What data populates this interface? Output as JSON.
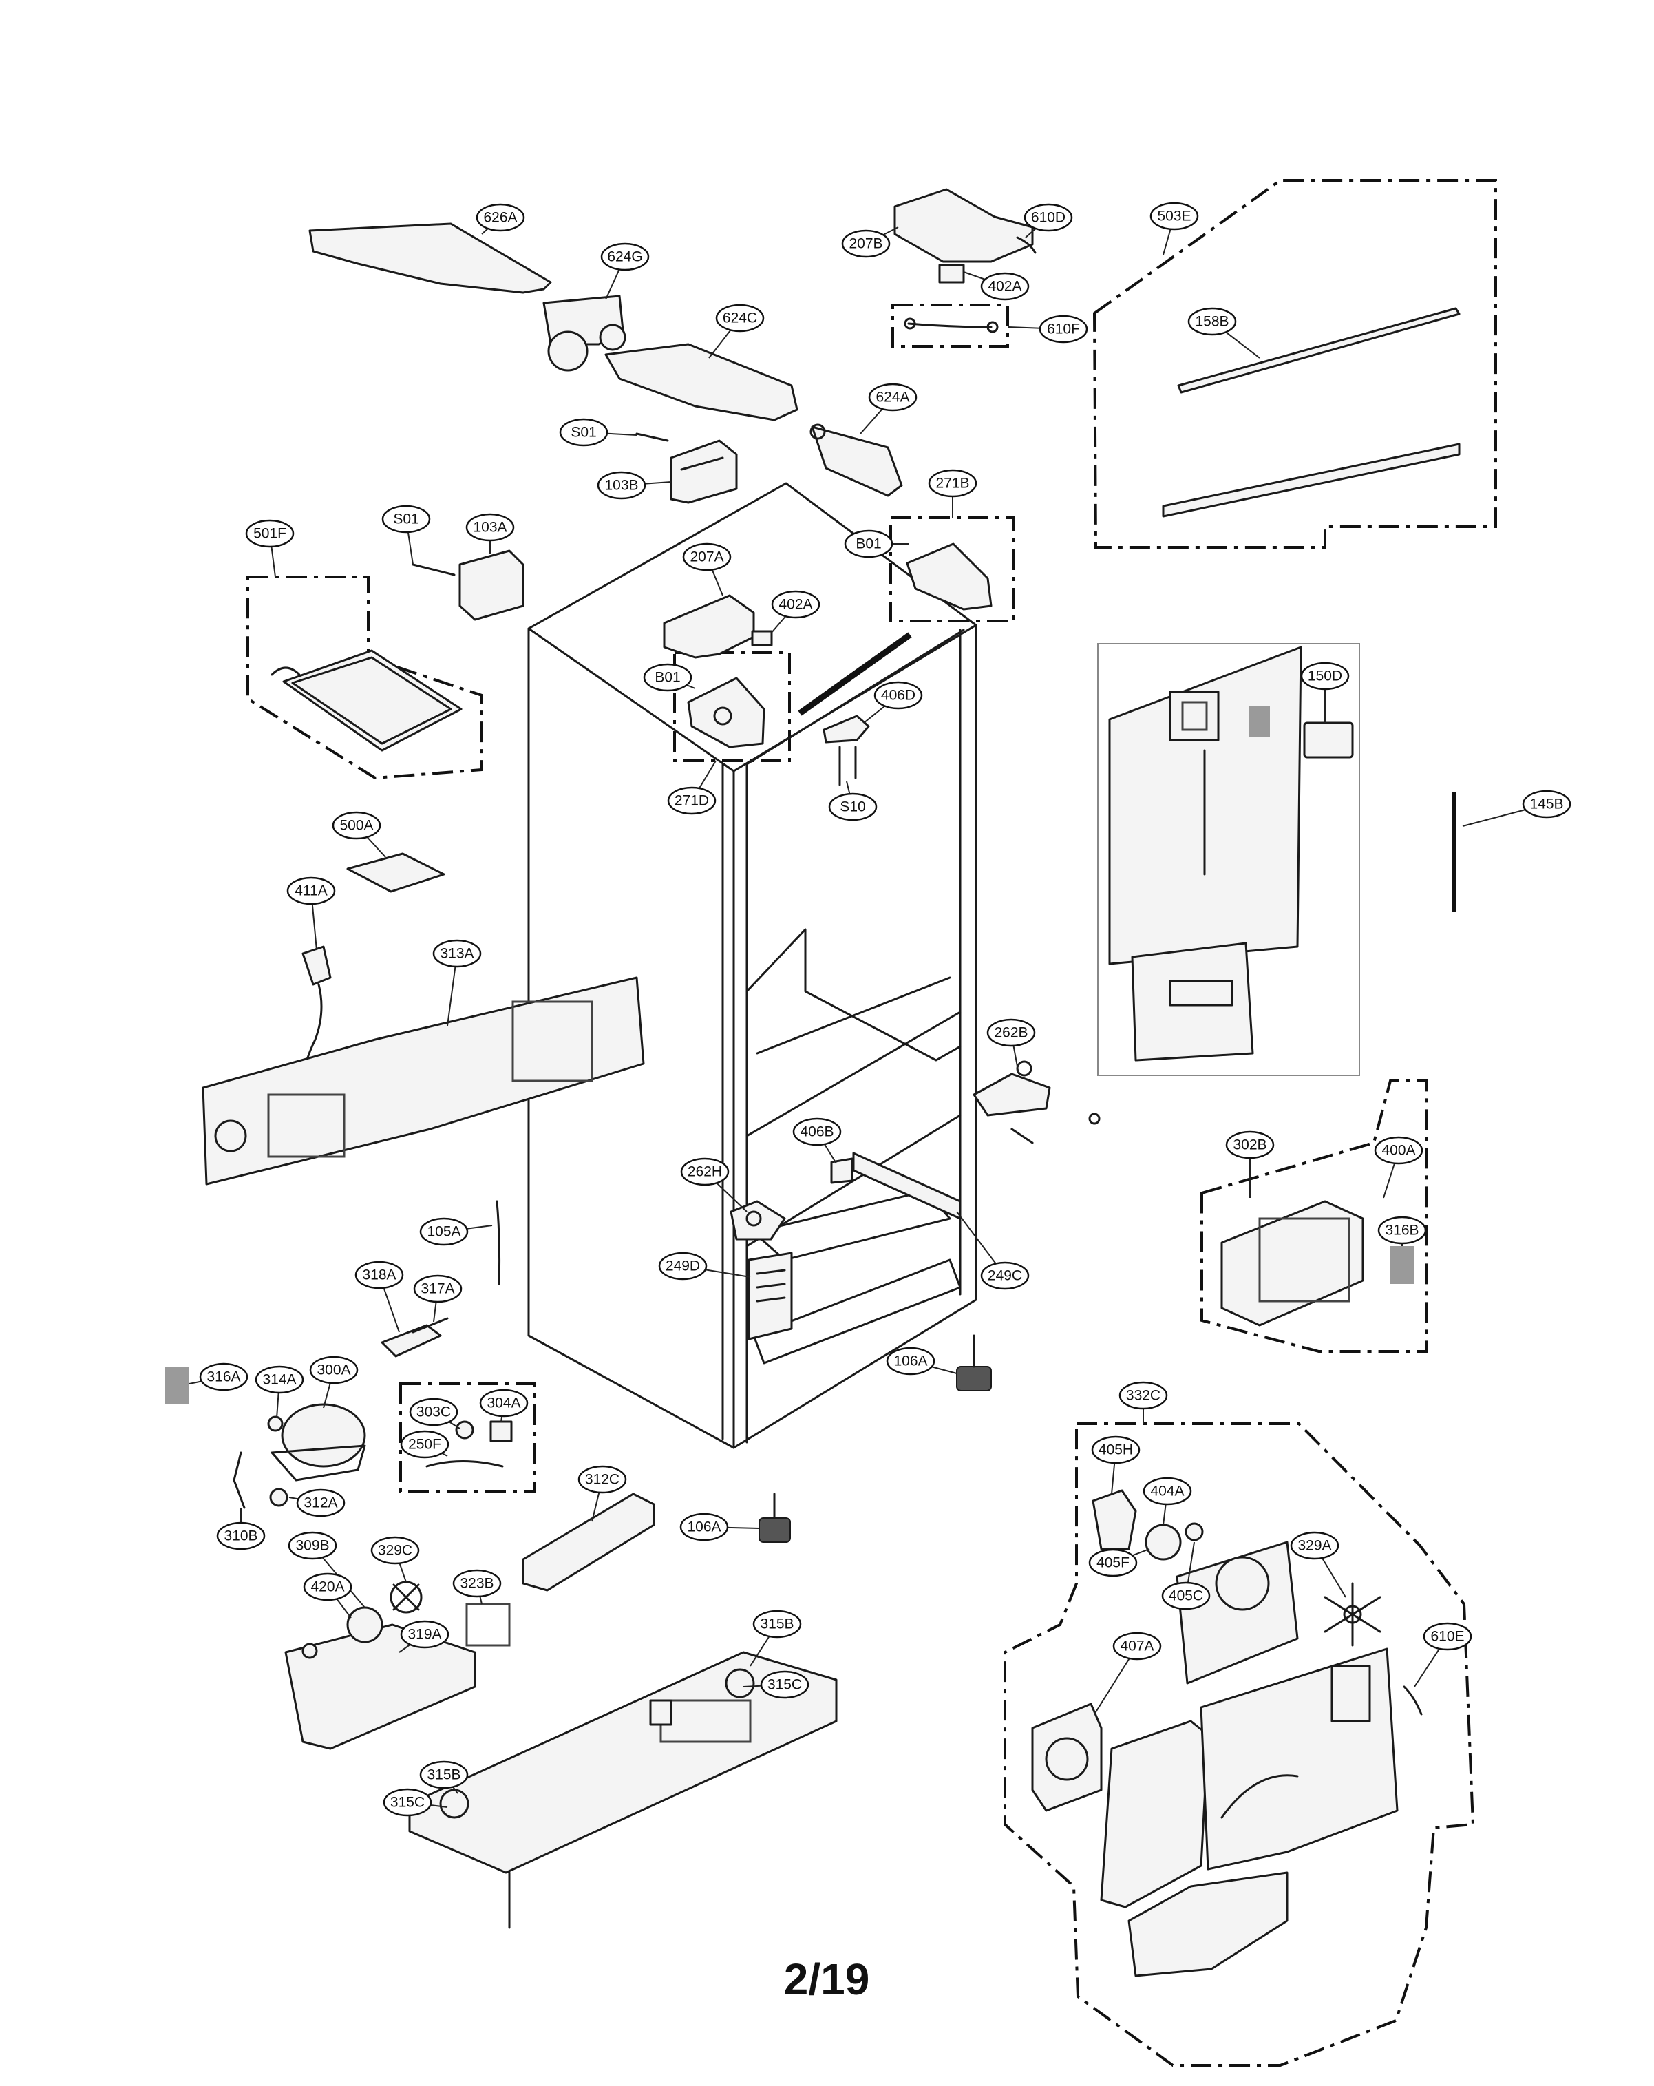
{
  "page_number": "2/19",
  "callouts": [
    {
      "id": "626A",
      "label": "626A"
    },
    {
      "id": "624G",
      "label": "624G"
    },
    {
      "id": "624C",
      "label": "624C"
    },
    {
      "id": "624A",
      "label": "624A"
    },
    {
      "id": "207B",
      "label": "207B"
    },
    {
      "id": "610D",
      "label": "610D"
    },
    {
      "id": "402A-top",
      "label": "402A"
    },
    {
      "id": "610F",
      "label": "610F"
    },
    {
      "id": "503E",
      "label": "503E"
    },
    {
      "id": "158B",
      "label": "158B"
    },
    {
      "id": "S01-top",
      "label": "S01"
    },
    {
      "id": "103B",
      "label": "103B"
    },
    {
      "id": "271B",
      "label": "271B"
    },
    {
      "id": "B01-right",
      "label": "B01"
    },
    {
      "id": "501F",
      "label": "501F"
    },
    {
      "id": "S01-left",
      "label": "S01"
    },
    {
      "id": "103A",
      "label": "103A"
    },
    {
      "id": "207A",
      "label": "207A"
    },
    {
      "id": "402A-mid",
      "label": "402A"
    },
    {
      "id": "B01-left",
      "label": "B01"
    },
    {
      "id": "406D",
      "label": "406D"
    },
    {
      "id": "S10",
      "label": "S10"
    },
    {
      "id": "271D",
      "label": "271D"
    },
    {
      "id": "150D",
      "label": "150D"
    },
    {
      "id": "145B",
      "label": "145B"
    },
    {
      "id": "500A",
      "label": "500A"
    },
    {
      "id": "411A",
      "label": "411A"
    },
    {
      "id": "313A",
      "label": "313A"
    },
    {
      "id": "262B",
      "label": "262B"
    },
    {
      "id": "406B",
      "label": "406B"
    },
    {
      "id": "262H",
      "label": "262H"
    },
    {
      "id": "302B",
      "label": "302B"
    },
    {
      "id": "400A",
      "label": "400A"
    },
    {
      "id": "316B",
      "label": "316B"
    },
    {
      "id": "105A",
      "label": "105A"
    },
    {
      "id": "249D",
      "label": "249D"
    },
    {
      "id": "249C",
      "label": "249C"
    },
    {
      "id": "318A",
      "label": "318A"
    },
    {
      "id": "317A",
      "label": "317A"
    },
    {
      "id": "106A-upper",
      "label": "106A"
    },
    {
      "id": "316A",
      "label": "316A"
    },
    {
      "id": "314A",
      "label": "314A"
    },
    {
      "id": "300A",
      "label": "300A"
    },
    {
      "id": "303C",
      "label": "303C"
    },
    {
      "id": "304A",
      "label": "304A"
    },
    {
      "id": "250F",
      "label": "250F"
    },
    {
      "id": "312A",
      "label": "312A"
    },
    {
      "id": "310B",
      "label": "310B"
    },
    {
      "id": "312C",
      "label": "312C"
    },
    {
      "id": "106A-lower",
      "label": "106A"
    },
    {
      "id": "332C",
      "label": "332C"
    },
    {
      "id": "405H",
      "label": "405H"
    },
    {
      "id": "404A",
      "label": "404A"
    },
    {
      "id": "405F",
      "label": "405F"
    },
    {
      "id": "405C",
      "label": "405C"
    },
    {
      "id": "329A",
      "label": "329A"
    },
    {
      "id": "309B",
      "label": "309B"
    },
    {
      "id": "329C",
      "label": "329C"
    },
    {
      "id": "420A",
      "label": "420A"
    },
    {
      "id": "323B",
      "label": "323B"
    },
    {
      "id": "319A",
      "label": "319A"
    },
    {
      "id": "315B-upper",
      "label": "315B"
    },
    {
      "id": "315C-upper",
      "label": "315C"
    },
    {
      "id": "407A",
      "label": "407A"
    },
    {
      "id": "610E",
      "label": "610E"
    },
    {
      "id": "315C-lower",
      "label": "315C"
    },
    {
      "id": "315B-lower",
      "label": "315B"
    }
  ]
}
